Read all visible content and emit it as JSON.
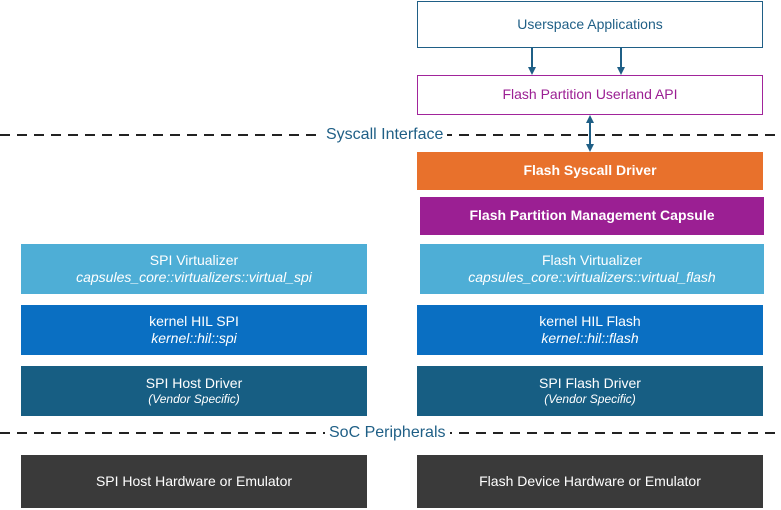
{
  "colors": {
    "outline_blue": "#1f5f86",
    "outline_purple": "#a1249b",
    "orange": "#e8712c",
    "purple": "#9b1f93",
    "light_blue": "#4eaed6",
    "mid_blue": "#0a6fc2",
    "dark_teal": "#175e83",
    "dark_gray": "#3a3a3a",
    "arrow": "#1f5f86",
    "dash": "#222222"
  },
  "separators": {
    "syscall": "Syscall Interface",
    "soc": "SoC Peripherals"
  },
  "boxes": {
    "userspace": {
      "line1": "Userspace Applications"
    },
    "userland_api": {
      "line1": "Flash Partition Userland API"
    },
    "syscall_driver": {
      "line1": "Flash Syscall Driver"
    },
    "partition_capsule": {
      "line1": "Flash Partition Management Capsule"
    },
    "spi_virtualizer": {
      "line1": "SPI Virtualizer",
      "line2": "capsules_core::virtualizers::virtual_spi"
    },
    "flash_virtualizer": {
      "line1": "Flash Virtualizer",
      "line2": "capsules_core::virtualizers::virtual_flash"
    },
    "hil_spi": {
      "line1": "kernel HIL SPI",
      "line2": "kernel::hil::spi"
    },
    "hil_flash": {
      "line1": "kernel HIL Flash",
      "line2": "kernel::hil::flash"
    },
    "spi_host_driver": {
      "line1": "SPI Host Driver",
      "line2": "(Vendor Specific)"
    },
    "spi_flash_driver": {
      "line1": "SPI Flash Driver",
      "line2": "(Vendor Specific)"
    },
    "spi_hw": {
      "line1": "SPI Host Hardware or Emulator"
    },
    "flash_hw": {
      "line1": "Flash Device Hardware or Emulator"
    }
  }
}
